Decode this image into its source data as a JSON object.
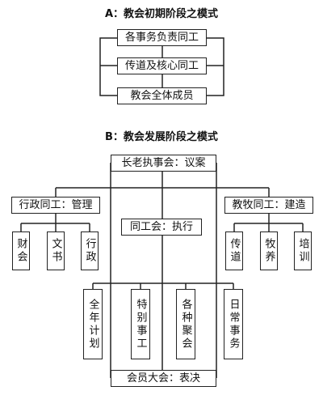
{
  "section_a": {
    "title": "A：教会初期阶段之模式",
    "boxes": [
      "各事务负责同工",
      "传道及核心同工",
      "教会全体成员"
    ]
  },
  "section_b": {
    "title": "B：教会发展阶段之模式",
    "top": "长老执事会：议案",
    "left_group": "行政同工：管理",
    "center": "同工会：执行",
    "right_group": "教牧同工：建造",
    "left_items": [
      "财会",
      "文书",
      "行政"
    ],
    "right_items": [
      "传道",
      "牧养",
      "培训"
    ],
    "bottom_items": [
      "全年计划",
      "特别事工",
      "各种聚会",
      "日常事务"
    ],
    "bottom": "会员大会：表决"
  }
}
